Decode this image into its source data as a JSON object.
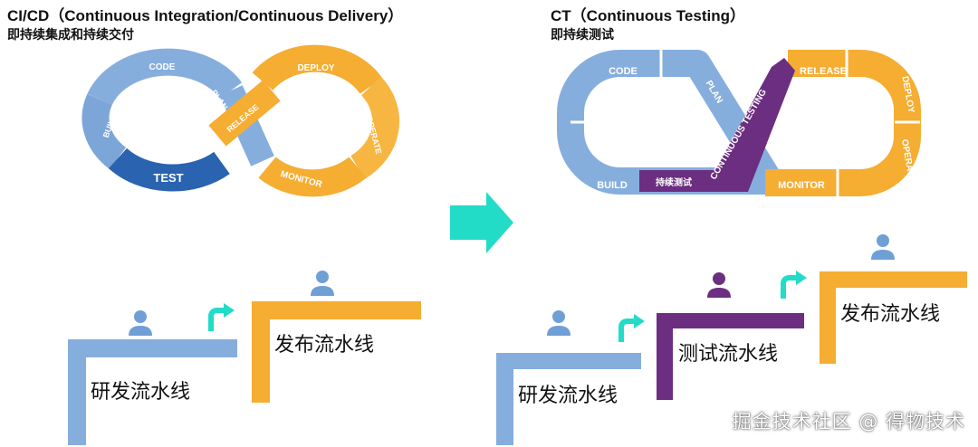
{
  "left": {
    "title": "CI/CD（Continuous Integration/Continuous Delivery）",
    "subtitle": "即持续集成和持续交付",
    "loop": {
      "code": "CODE",
      "build": "BUILD",
      "test": "TEST",
      "plan": "PLAN",
      "release": "RELEASE",
      "deploy": "DEPLOY",
      "operate": "OPERATE",
      "monitor": "MONITOR"
    },
    "pipelines": {
      "dev": "研发流水线",
      "release": "发布流水线"
    }
  },
  "right": {
    "title": "CT（Continuous Testing）",
    "subtitle": "即持续测试",
    "loop": {
      "code": "CODE",
      "build": "BUILD",
      "plan": "PLAN",
      "ct": "CONTINUOUS TESTING",
      "ct_cn": "持续测试",
      "release": "RELEASE",
      "deploy": "DEPLOY",
      "operate": "OPERATE",
      "monitor": "MONITOR"
    },
    "pipelines": {
      "dev": "研发流水线",
      "test": "测试流水线",
      "release": "发布流水线"
    }
  },
  "watermark": "掘金技术社区 @ 得物技术",
  "colors": {
    "blue": "#86aedd",
    "blue_dark": "#5d8cc6",
    "test_blue": "#2a63b0",
    "orange": "#f5ad32",
    "purple": "#6b2e80",
    "person": "#6f9fd4",
    "arrow_teal": "#22dcc8"
  }
}
